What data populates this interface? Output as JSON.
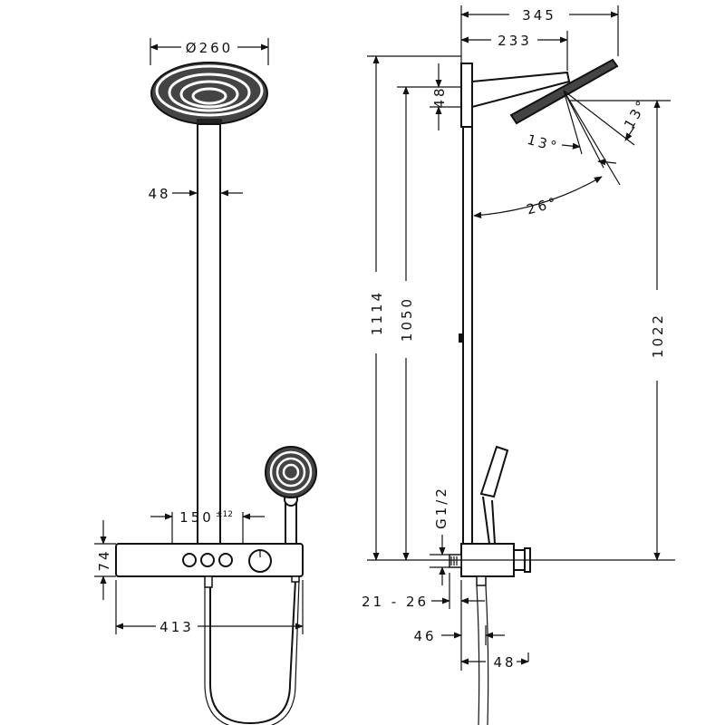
{
  "front_view": {
    "head_diameter": "Ø260",
    "pipe_width": "48",
    "valve_spacing": "150",
    "valve_spacing_tolerance": "±12",
    "thermostat_height": "74",
    "thermostat_width": "413"
  },
  "side_view": {
    "total_projection": "345",
    "head_projection": "233",
    "arm_height": "48",
    "total_height": "1114",
    "riser_height": "1050",
    "head_height": "1022",
    "tilt_angle_up": "13°",
    "tilt_angle_down": "13°",
    "tilt_range": "26°",
    "inlet_thread": "G1/2",
    "wall_distance": "21 - 26",
    "body_depth": "46",
    "handshower_offset": "48"
  }
}
